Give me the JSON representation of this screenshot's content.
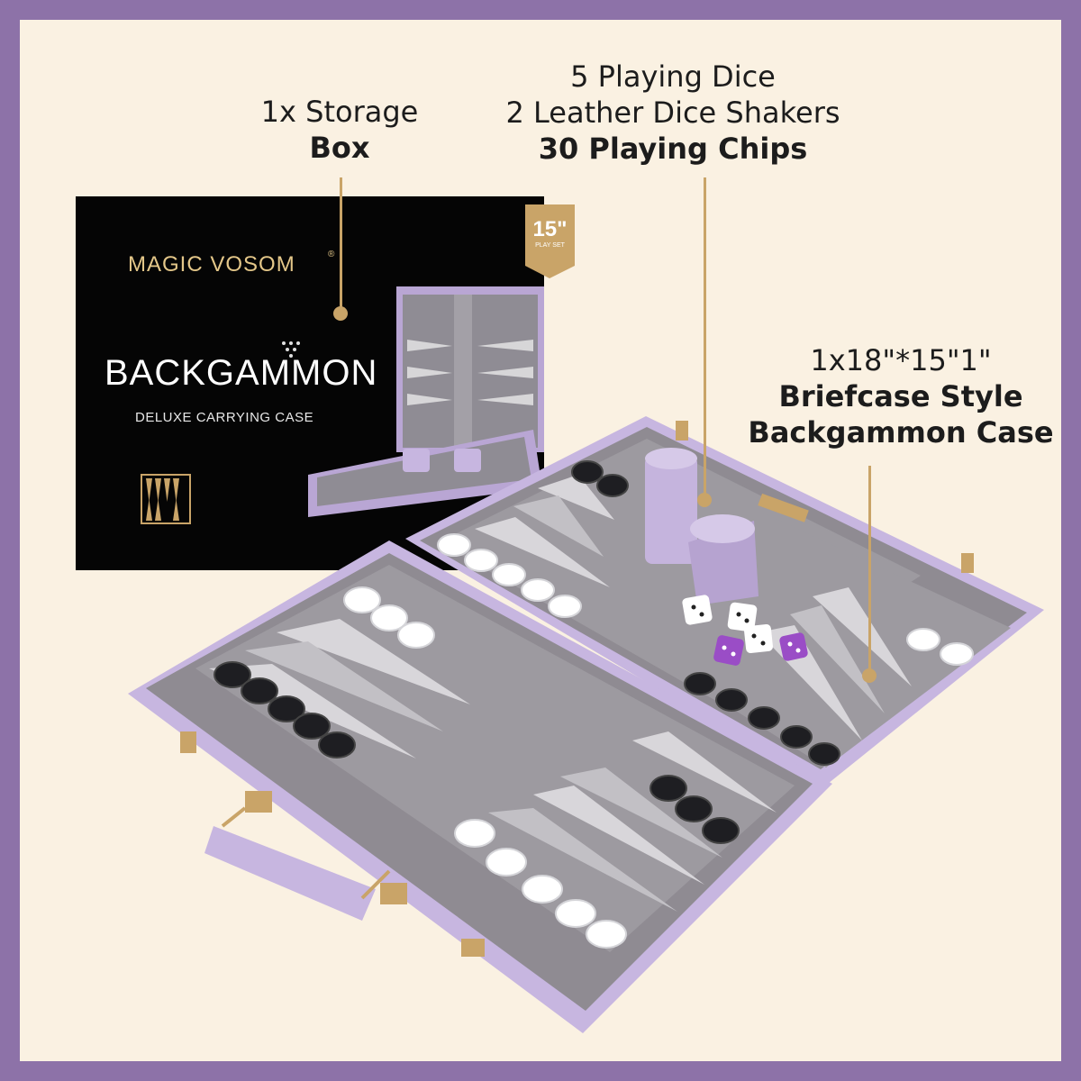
{
  "callouts": {
    "storage": {
      "line1": "1x Storage",
      "line2": "Box"
    },
    "dice": {
      "line1": "5 Playing Dice",
      "line2": "2 Leather Dice Shakers",
      "line3": "30 Playing Chips"
    },
    "case": {
      "line1": "1x18\"*15\"1\"",
      "line2": "Briefcase Style",
      "line3": "Backgammon Case"
    }
  },
  "box": {
    "brand": "MAGIC VOSOM",
    "registered": "®",
    "size_label": "15\"",
    "size_sub": "PLAY SET",
    "title": "BACKGAMMON",
    "subtitle": "DELUXE CARRYING CASE"
  },
  "colors": {
    "frame": "#8d72a8",
    "background": "#faf1e2",
    "case_lavender": "#c7b6e0",
    "felt_gray": "#9d9aa0",
    "gold": "#c9a468"
  }
}
